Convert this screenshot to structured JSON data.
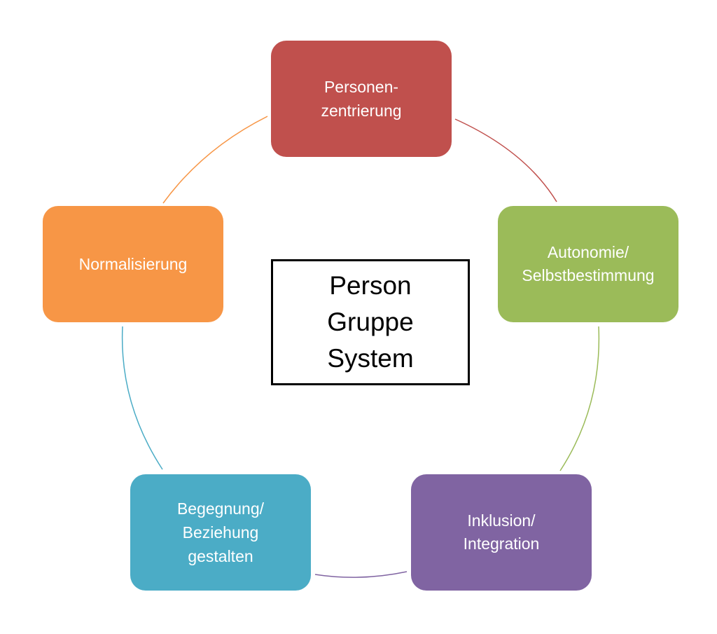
{
  "center": {
    "lines": [
      "Person",
      "Gruppe",
      "System"
    ]
  },
  "nodes": {
    "top": {
      "lines": [
        "Personen-",
        "zentrierung"
      ],
      "color": "#C0504D"
    },
    "right": {
      "lines": [
        "Autonomie/",
        "Selbstbestimmung"
      ],
      "color": "#9BBB59"
    },
    "bottom_right": {
      "lines": [
        "Inklusion/",
        "Integration"
      ],
      "color": "#8064A2"
    },
    "bottom_left": {
      "lines": [
        "Begegnung/",
        "Beziehung",
        "gestalten"
      ],
      "color": "#4BACC6"
    },
    "left": {
      "lines": [
        "Normalisierung"
      ],
      "color": "#F79646"
    }
  },
  "connector_colors": {
    "top_to_right": "#C0504D",
    "right_to_bottom_right": "#9BBB59",
    "bottom_right_to_bottom_left": "#8064A2",
    "bottom_left_to_left": "#4BACC6",
    "left_to_top": "#F79646"
  }
}
